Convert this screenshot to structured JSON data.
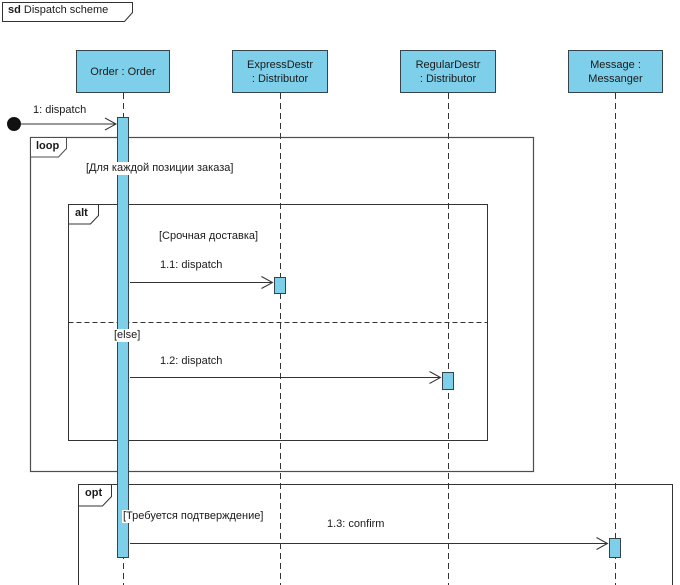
{
  "frame": {
    "keyword": "sd",
    "title": "Dispatch scheme"
  },
  "lifelines": [
    {
      "line1": "Order : Order",
      "line2": ""
    },
    {
      "line1": "ExpressDestr",
      "line2": ": Distributor"
    },
    {
      "line1": "RegularDestr",
      "line2": ": Distributor"
    },
    {
      "line1": "Message :",
      "line2": "Messanger"
    }
  ],
  "fragments": {
    "loop": {
      "operator": "loop",
      "guard": "[Для каждой позиции заказа]"
    },
    "alt": {
      "operator": "alt",
      "guard1": "[Срочная доставка]",
      "guard2": "[else]"
    },
    "opt": {
      "operator": "opt",
      "guard": "[Требуется подтверждение]"
    }
  },
  "messages": {
    "m1": {
      "label": "1: dispatch"
    },
    "m2": {
      "label": "1.1: dispatch"
    },
    "m3": {
      "label": "1.2: dispatch"
    },
    "m4": {
      "label": "1.3: confirm"
    }
  },
  "colors": {
    "node_fill": "#7ECFEA",
    "node_border": "#35444C",
    "loop_border": "#4D4D4D",
    "line_color": "#333333"
  }
}
